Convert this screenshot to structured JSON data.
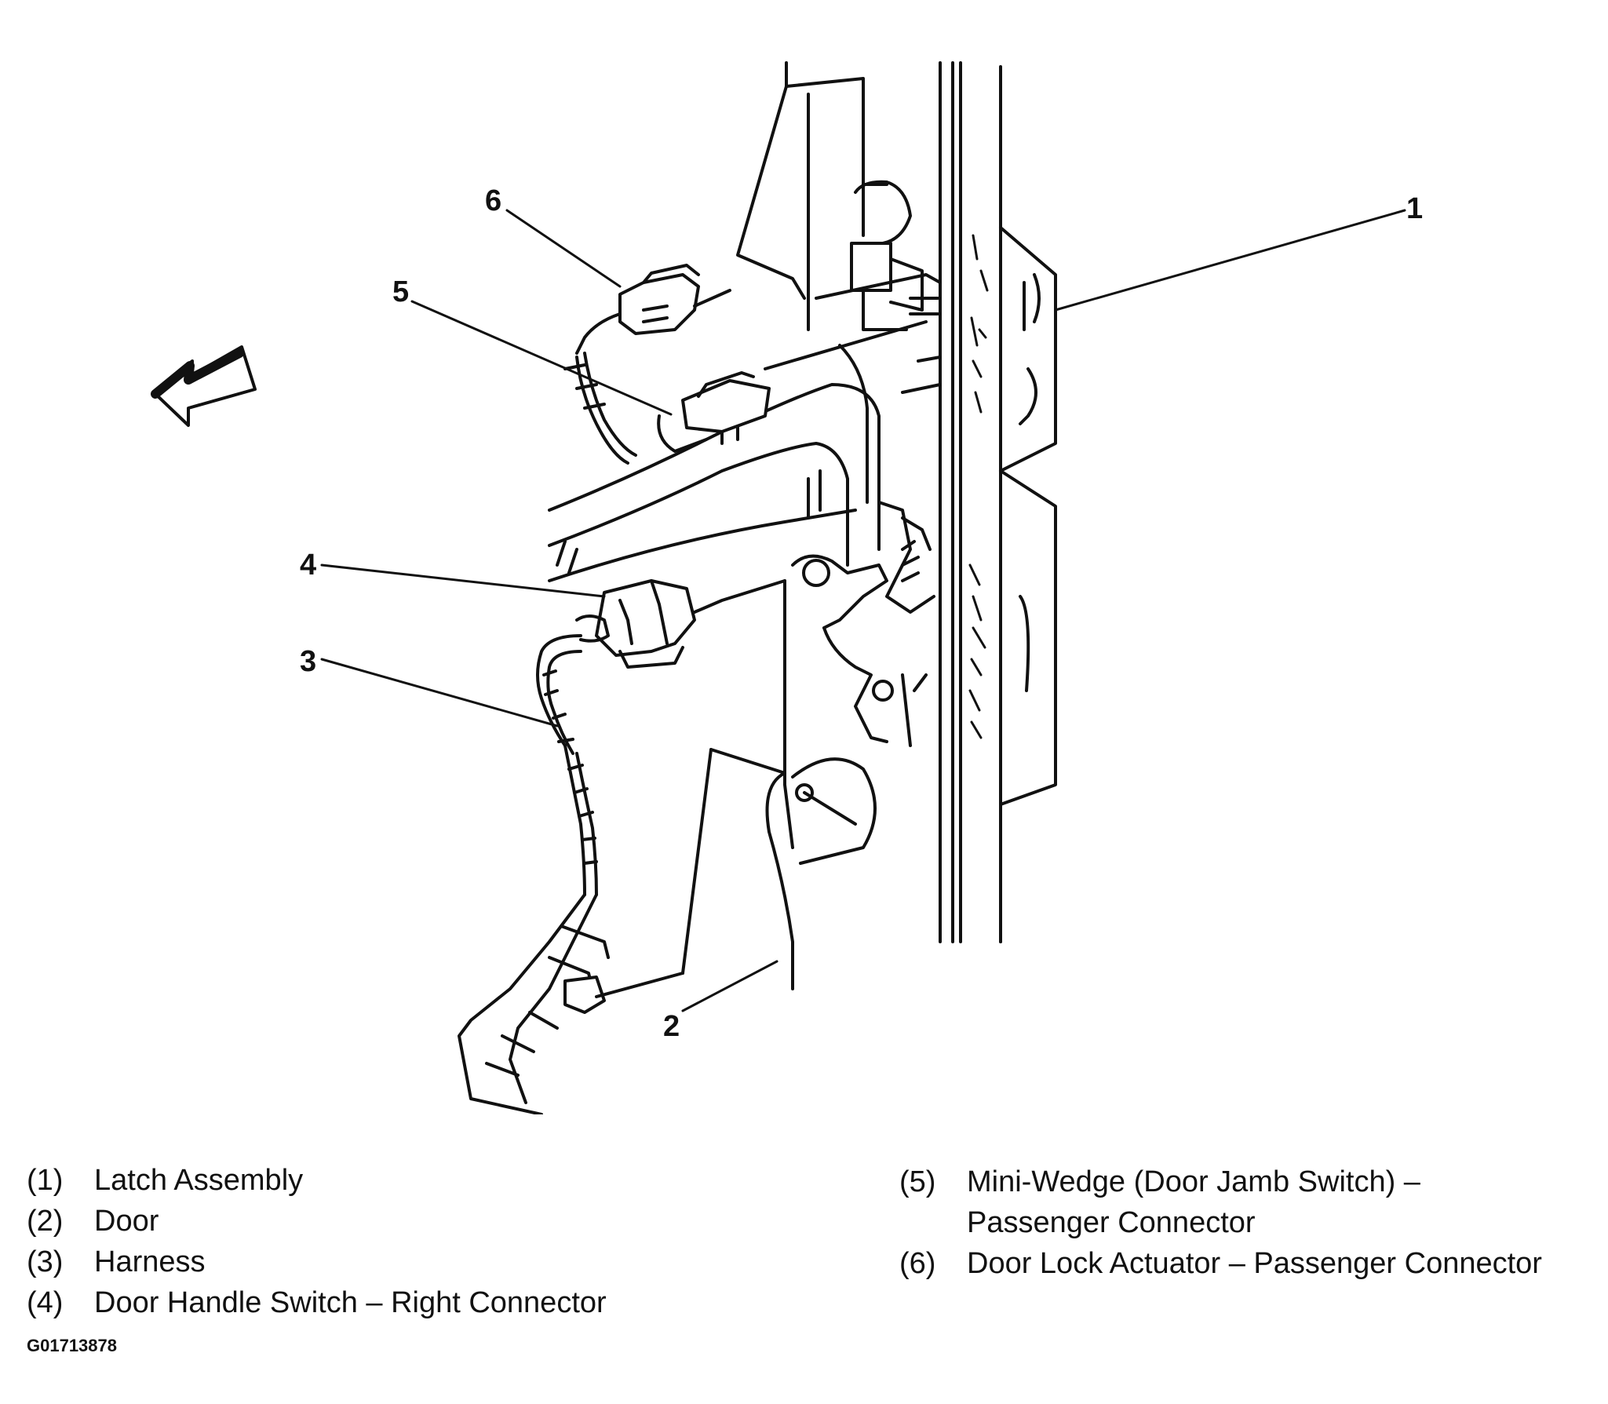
{
  "callouts": {
    "c1": "1",
    "c2": "2",
    "c3": "3",
    "c4": "4",
    "c5": "5",
    "c6": "6"
  },
  "legend": {
    "left": [
      {
        "num": "(1)",
        "text": "Latch Assembly"
      },
      {
        "num": "(2)",
        "text": "Door"
      },
      {
        "num": "(3)",
        "text": "Harness"
      },
      {
        "num": "(4)",
        "text": "Door Handle Switch – Right Connector"
      }
    ],
    "right": [
      {
        "num": "(5)",
        "text": "Mini-Wedge (Door Jamb Switch) –\nPassenger Connector"
      },
      {
        "num": "(6)",
        "text": "Door Lock Actuator – Passenger Connector"
      }
    ]
  },
  "figure_id": "G01713878",
  "colors": {
    "ink": "#111111",
    "background": "#ffffff"
  }
}
